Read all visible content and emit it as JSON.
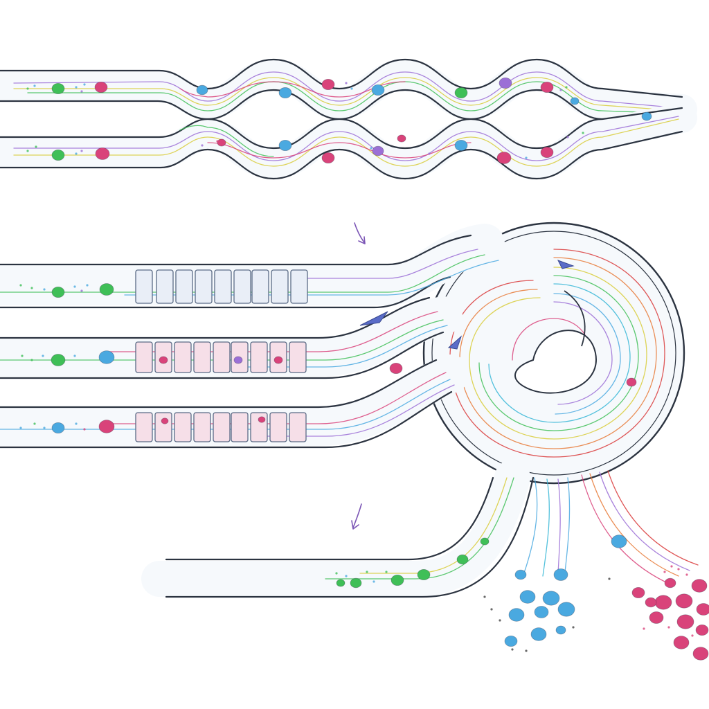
{
  "colors": {
    "outline": "#2b3340",
    "tube_fill": "#f6f9fc",
    "green": "#3fbf57",
    "blue": "#4aa9e0",
    "magenta": "#d9437a",
    "violet": "#9b6fd6",
    "yellow": "#d8cd3a",
    "orange": "#e87b3a",
    "red": "#d93a3a",
    "cyan": "#35b6d6",
    "arrow": "#7b55b5"
  },
  "icons": {
    "flow_arrow": "curved-arrow",
    "particle": "circle"
  },
  "sections": [
    {
      "name": "wavy-channels",
      "count": 2
    },
    {
      "name": "baffle-channels",
      "count": 3
    },
    {
      "name": "spiral-separator",
      "outlets": 3
    }
  ]
}
